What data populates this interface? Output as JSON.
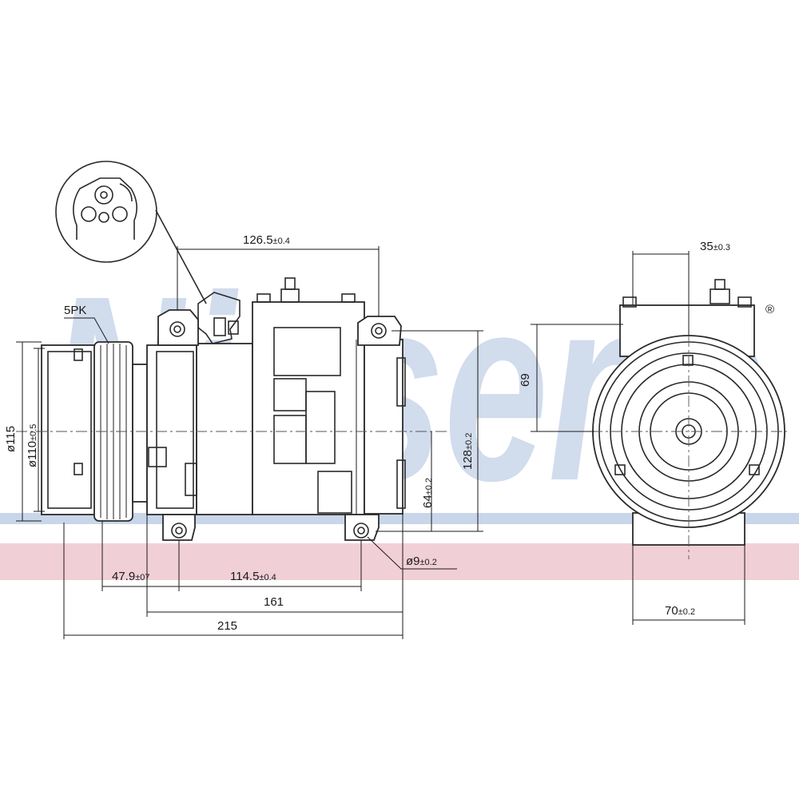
{
  "brand": {
    "watermark": "Nissens",
    "registered": "®",
    "colors": {
      "watermark_blue": "#c9d6ea",
      "watermark_red": "#f1cfd6",
      "line": "#2a2a2a"
    }
  },
  "labels": {
    "belt": "5PK",
    "pulley_outer_dia": "ø115",
    "pulley_inner_dia_main": "ø110",
    "pulley_inner_dia_tol": "±0.5",
    "height_total_main": "128",
    "height_total_tol": "±0.2",
    "height_lower_main": "64",
    "height_lower_tol": "±0.2",
    "hole_dia_main": "ø9",
    "hole_dia_tol": "±0.2",
    "top_width_main": "126.5",
    "top_width_tol": "±0.4",
    "pulley_offset_main": "47.9",
    "pulley_offset_tol": "±07",
    "mount_spacing_main": "114.5",
    "mount_spacing_tol": "±0.4",
    "length_161": "161",
    "length_215": "215",
    "side_top_main": "35",
    "side_top_tol": "±0.3",
    "side_height": "69",
    "side_width_main": "70",
    "side_width_tol": "±0.2"
  },
  "icons": [
    "connector-detail-icon",
    "pulley-icon",
    "compressor-body-icon"
  ]
}
